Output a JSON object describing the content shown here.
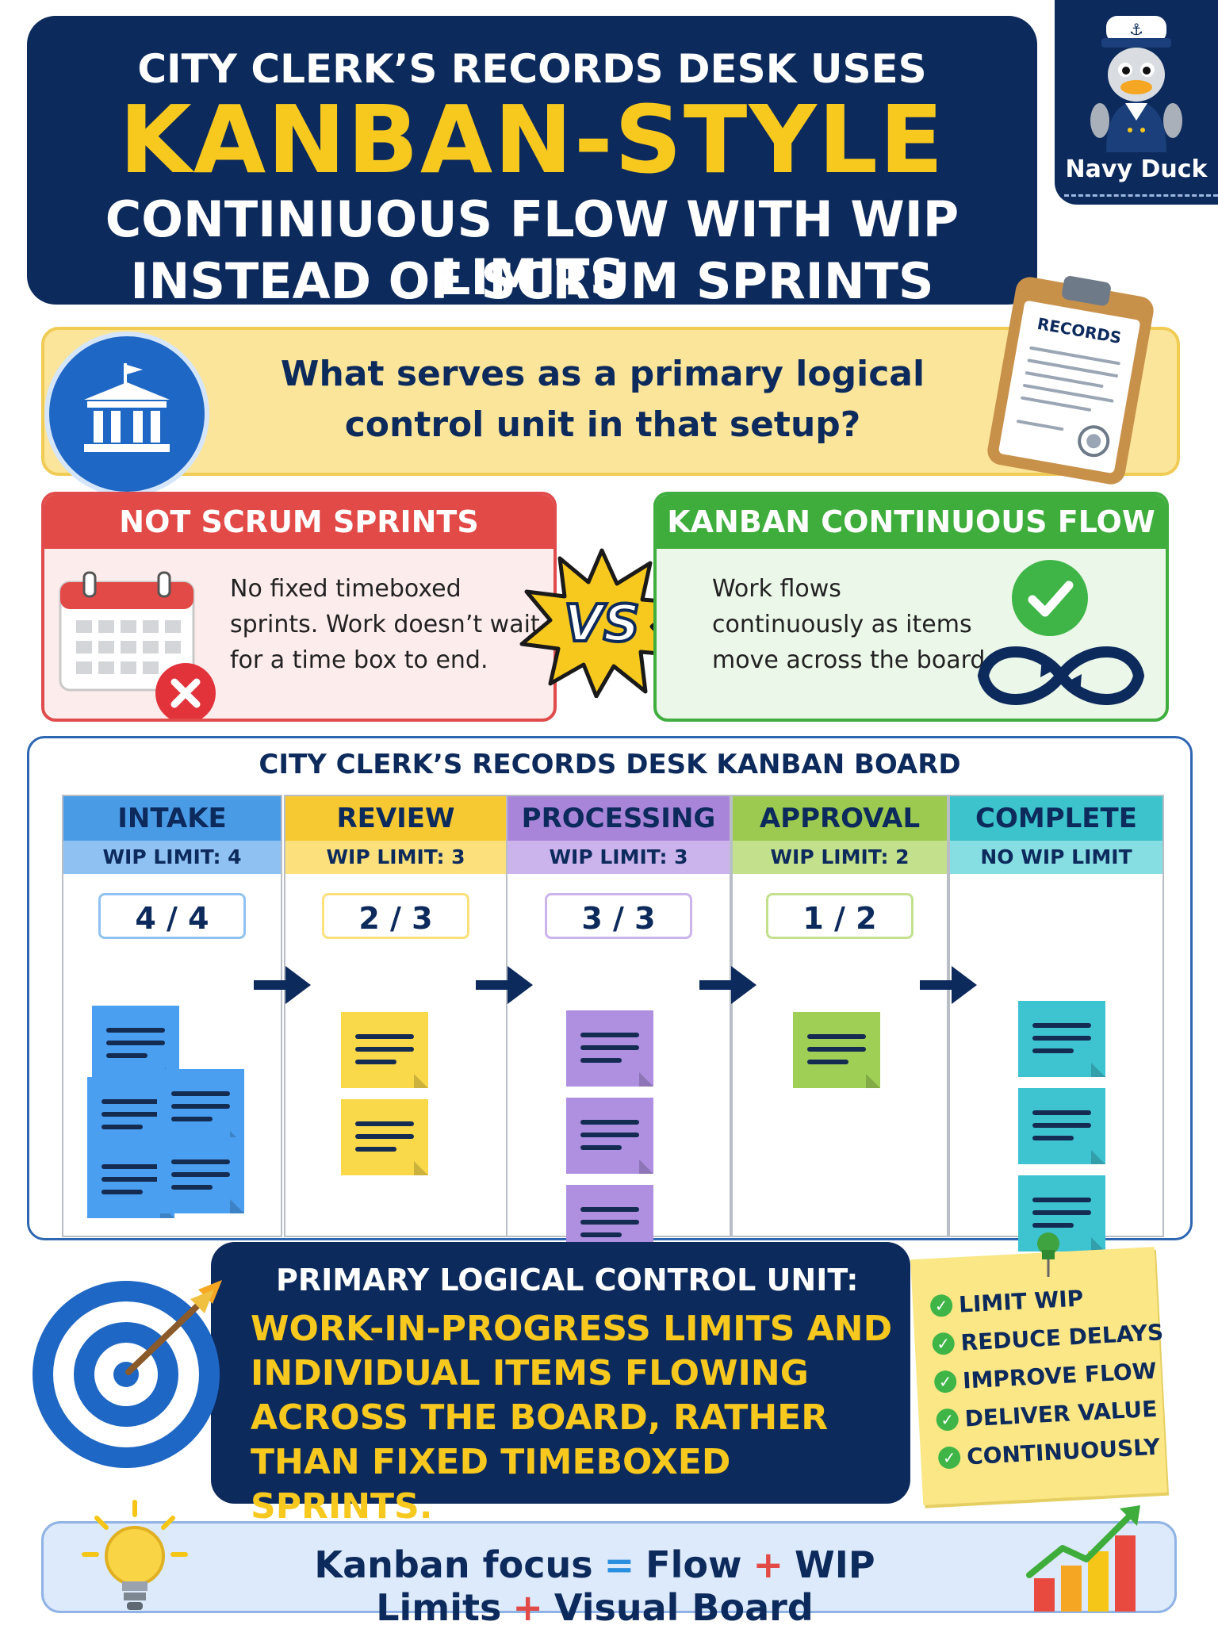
{
  "header": {
    "line1": "CITY CLERK’S RECORDS DESK USES",
    "line2": "KANBAN-STYLE",
    "line3": "CONTINIUOUS FLOW WITH WIP LIMITS",
    "line4": "INSTEAD OF SCRUM SPRINTS"
  },
  "badge": {
    "name": "Navy Duck"
  },
  "question": {
    "text": "What serves as a primary logical control unit in that setup?",
    "card_title": "RECORDS"
  },
  "not_scrum": {
    "title": "NOT SCRUM SPRINTS",
    "text": "No fixed timeboxed sprints. Work doesn’t wait for a time box to end."
  },
  "vs_label": "VS",
  "kanban_flow": {
    "title": "KANBAN CONTINUOUS FLOW",
    "text": "Work flows continuously as items move across the board."
  },
  "board": {
    "title": "CITY CLERK’S RECORDS DESK KANBAN BOARD",
    "columns": [
      {
        "name": "INTAKE",
        "wip": "WIP LIMIT: 4",
        "count": "4 / 4",
        "color": "#4a9be6",
        "wip_bg": "#8fc2f2",
        "note": "#4b9ff0",
        "items": 5
      },
      {
        "name": "REVIEW",
        "wip": "WIP LIMIT: 3",
        "count": "2 / 3",
        "color": "#f6c932",
        "wip_bg": "#fbe07c",
        "note": "#f9d94a",
        "items": 2
      },
      {
        "name": "PROCESSING",
        "wip": "WIP LIMIT: 3",
        "count": "3 / 3",
        "color": "#a985d9",
        "wip_bg": "#cbb4ec",
        "note": "#ae8fe0",
        "items": 3
      },
      {
        "name": "APPROVAL",
        "wip": "WIP LIMIT: 2",
        "count": "1 / 2",
        "color": "#9cc94f",
        "wip_bg": "#c3e08c",
        "note": "#9fd055",
        "items": 1
      },
      {
        "name": "COMPLETE",
        "wip": "NO WIP LIMIT",
        "count": "",
        "color": "#3cc3cb",
        "wip_bg": "#86dde2",
        "note": "#3ec3d1",
        "items": 3
      }
    ]
  },
  "primary": {
    "title": "PRIMARY LOGICAL CONTROL UNIT:",
    "body": "WORK-IN-PROGRESS LIMITS AND INDIVIDUAL ITEMS FLOWING ACROSS THE BOARD, RATHER THAN FIXED TIMEBOXED SPRINTS."
  },
  "sticky": {
    "items": [
      "LIMIT WIP",
      "REDUCE DELAYS",
      "IMPROVE FLOW",
      "DELIVER VALUE",
      "CONTINUOUSLY"
    ]
  },
  "footer": {
    "lead": "Kanban focus",
    "eq": "=",
    "t1": "Flow",
    "plus": "+",
    "t2": "WIP Limits",
    "t3": "Visual Board"
  },
  "colors": {
    "navy": "#0d2a5c",
    "yellow": "#f7c81e",
    "red": "#e24a48",
    "green": "#3fad3c"
  }
}
